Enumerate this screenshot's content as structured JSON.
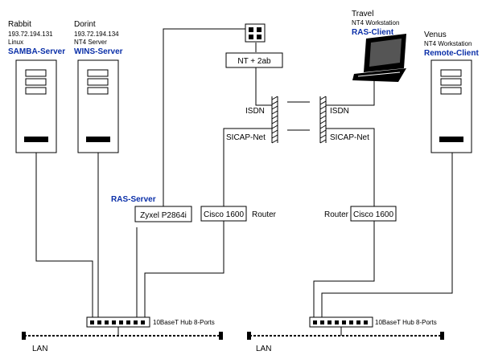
{
  "nodes": {
    "rabbit": {
      "name": "Rabbit",
      "ip": "193.72.194.131",
      "os": "Linux",
      "role": "SAMBA-Server"
    },
    "dorint": {
      "name": "Dorint",
      "ip": "193.72.194.134",
      "os": "NT4 Server",
      "role": "WINS-Server"
    },
    "travel": {
      "name": "Travel",
      "os": "NT4 Workstation",
      "role": "RAS-Client"
    },
    "venus": {
      "name": "Venus",
      "os": "NT4 Workstation",
      "role": "Remote-Client"
    }
  },
  "labels": {
    "nt2ab": "NT + 2ab",
    "isdn_left": "ISDN",
    "isdn_right": "ISDN",
    "sicap_left": "SICAP-Net",
    "sicap_right": "SICAP-Net",
    "ras_server": "RAS-Server",
    "zyxel": "Zyxel P2864i",
    "cisco_left": "Cisco 1600",
    "router_left": "Router",
    "cisco_right": "Cisco 1600",
    "router_right": "Router",
    "hub_left": "10BaseT Hub 8-Ports",
    "hub_right": "10BaseT Hub 8-Ports",
    "lan_left": "LAN",
    "lan_right": "LAN"
  },
  "colors": {
    "role_text": "#0a2fa8",
    "line": "#000000",
    "background": "#ffffff"
  }
}
